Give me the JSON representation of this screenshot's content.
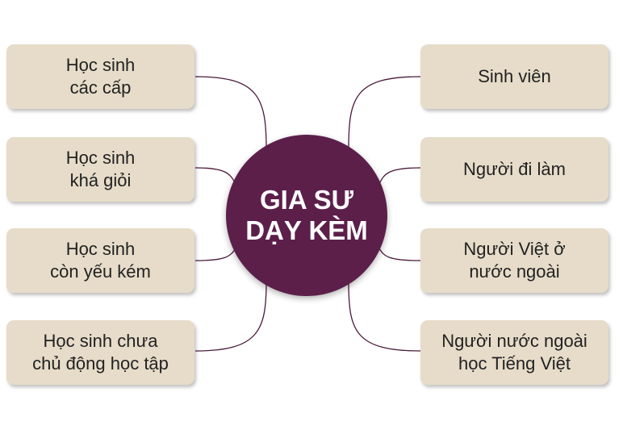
{
  "center": {
    "title": "GIA SƯ\nDẠY KÈM"
  },
  "left": [
    {
      "label": "Học sinh\ncác cấp"
    },
    {
      "label": "Học sinh\nkhá giỏi"
    },
    {
      "label": "Học sinh\ncòn yếu kém"
    },
    {
      "label": "Học sinh chưa\nchủ động học tập"
    }
  ],
  "right": [
    {
      "label": "Sinh viên"
    },
    {
      "label": "Người đi làm"
    },
    {
      "label": "Người Việt ở\nnước ngoài"
    },
    {
      "label": "Người nước ngoài\nhọc Tiếng Việt"
    }
  ],
  "colors": {
    "box": "#e6dcc9",
    "center": "#5c1f4a",
    "line": "#4a1a3a"
  }
}
